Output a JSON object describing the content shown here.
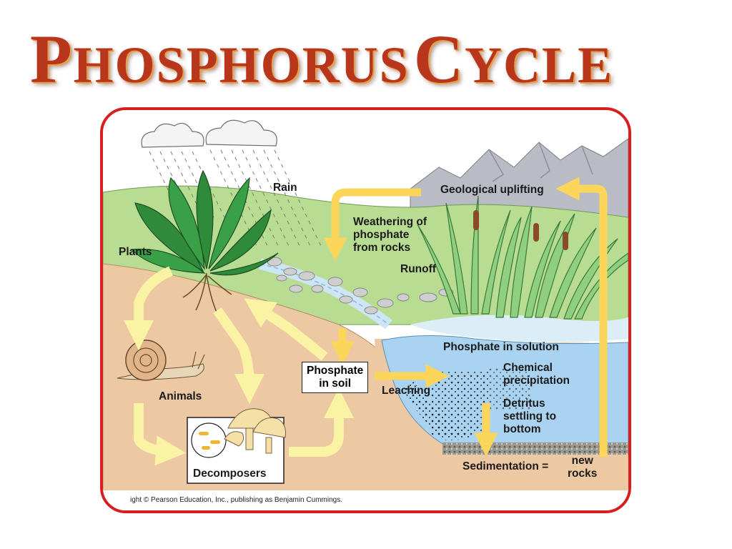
{
  "title": {
    "part1_cap": "P",
    "part1_rest": "HOSPHORUS",
    "part2_cap": "C",
    "part2_rest": "YCLE"
  },
  "labels": {
    "rain": "Rain",
    "geological_uplifting": "Geological uplifting",
    "weathering_line1": "Weathering of",
    "weathering_line2": "phosphate",
    "weathering_line3": "from rocks",
    "runoff": "Runoff",
    "plants": "Plants",
    "animals": "Animals",
    "decomposers": "Decomposers",
    "phosphate_soil_line1": "Phosphate",
    "phosphate_soil_line2": "in soil",
    "leaching": "Leaching",
    "phosphate_solution": "Phosphate in solution",
    "chemical_line1": "Chemical",
    "chemical_line2": "precipitation",
    "detritus_line1": "Detritus",
    "detritus_line2": "settling to",
    "detritus_line3": "bottom",
    "sedimentation": "Sedimentation =",
    "new_rocks_line1": "new",
    "new_rocks_line2": "rocks",
    "copyright": "ight © Pearson Education, Inc., publishing as Benjamin Cummings."
  },
  "colors": {
    "title": "#b8361c",
    "frame_border": "#d81e1e",
    "arrow_yellow": "#fbd65a",
    "arrow_pale": "#fbf3a4",
    "water": "#a9d3f0",
    "soil": "#ecc9a3",
    "hill": "#b8dc92",
    "mountain": "#b9bcc4",
    "leaf": "#2f8b3a"
  }
}
